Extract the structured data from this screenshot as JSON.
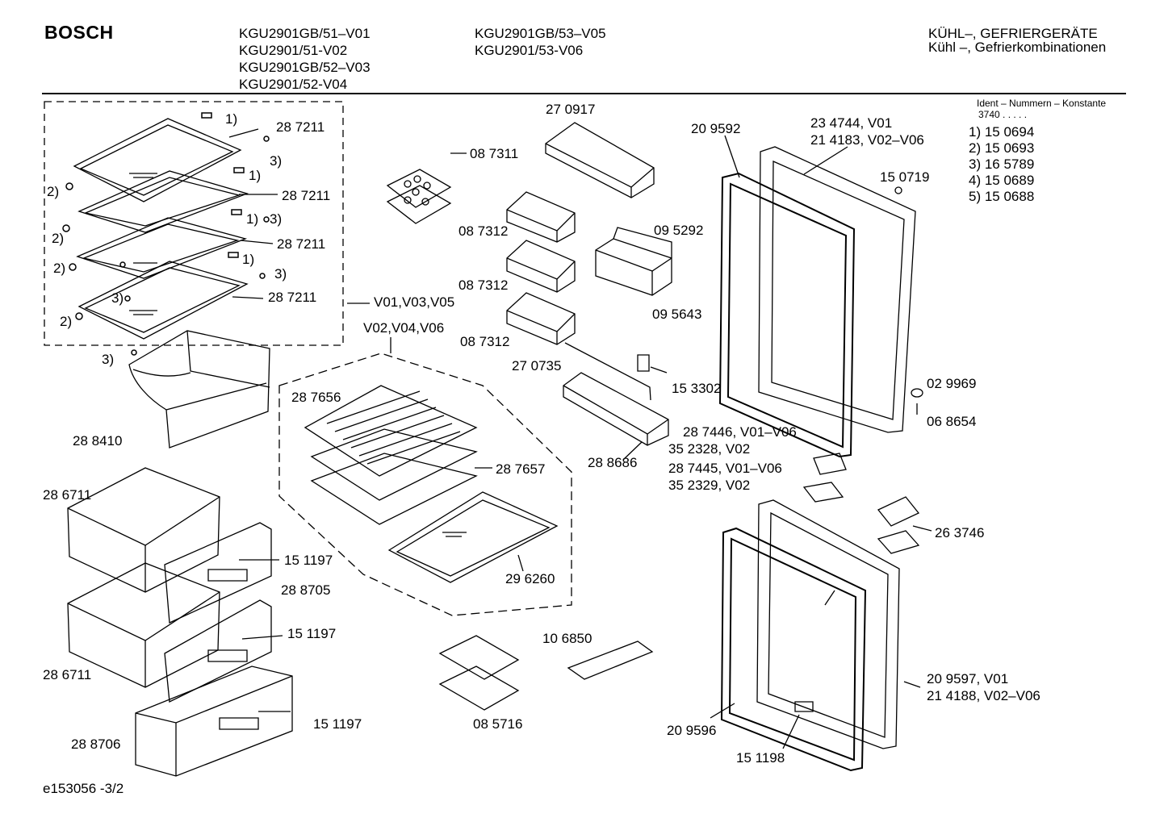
{
  "header": {
    "brand": "BOSCH",
    "models_col1": [
      "KGU2901GB/51–V01",
      "KGU2901/51-V02",
      "KGU2901GB/52–V03",
      "KGU2901/52-V04"
    ],
    "models_col2": [
      "KGU2901GB/53–V05",
      "KGU2901/53-V06"
    ],
    "category": [
      "KÜHL–, GEFRIERGERÄTE",
      "Kühl –, Gefrierkombinationen"
    ]
  },
  "ident": {
    "title": "Ident – Nummern – Konstante",
    "constant": "3740  .   .   .   .   .",
    "items": [
      "1)  15 0694",
      "2)  15 0693",
      "3)  16 5789",
      "4)  15 0689",
      "5)  15 0688"
    ]
  },
  "labels": {
    "l287211a": "28 7211",
    "l287211b": "28 7211",
    "l287211c": "28 7211",
    "l287211d": "28 7211",
    "m1a": "1)",
    "m1b": "1)",
    "m1c": "1)",
    "m1d": "1)",
    "m3a": "3)",
    "m3b": "3)",
    "m3c": "3)",
    "m3d": "3)",
    "m3e": "3)",
    "m2a": "2)",
    "m2b": "2)",
    "m2c": "2)",
    "m2d": "2)",
    "v010305": "V01,V03,V05",
    "v020406": "V02,V04,V06",
    "l288410": "28 8410",
    "l087311": "08 7311",
    "l270917": "27 0917",
    "l087312a": "08 7312",
    "l087312b": "08 7312",
    "l087312c": "08 7312",
    "l095292": "09 5292",
    "l095643": "09 5643",
    "l270735": "27 0735",
    "l153302": "15 3302",
    "l288686": "28 8686",
    "l287656": "28 7656",
    "l287657": "28 7657",
    "l296260": "29 6260",
    "l286711a": "28 6711",
    "l286711b": "28 6711",
    "l151197a": "15 1197",
    "l151197b": "15 1197",
    "l151197c": "15 1197",
    "l288705": "28 8705",
    "l288706": "28 8706",
    "l106850": "10 6850",
    "l085716": "08 5716",
    "l209592": "20 9592",
    "l234744": "23 4744, V01",
    "l214183": "21 4183, V02–V06",
    "l150719": "15 0719",
    "l029969": "02 9969",
    "l068654": "06 8654",
    "l287446": "28 7446, V01–V06",
    "l352328": "35 2328, V02",
    "l287445": "28 7445, V01–V06",
    "l352329": "35 2329, V02",
    "l263746": "26 3746",
    "l209597": "20 9597, V01",
    "l214188": "21 4188, V02–V06",
    "l209596": "20 9596",
    "l151198": "15 1198"
  },
  "footer": {
    "code": "e153056 -3/2"
  }
}
